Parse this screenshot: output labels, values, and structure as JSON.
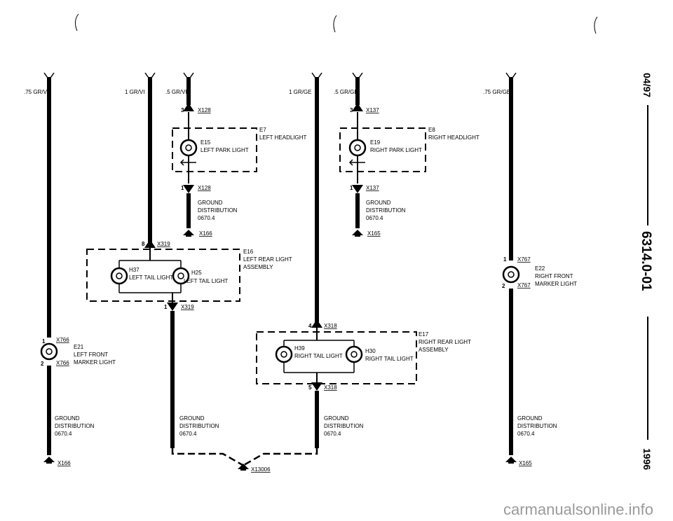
{
  "wires": {
    "w1": ".75 GR/VI",
    "w2": "1 GR/VI",
    "w3": ".5 GR/VI",
    "w4": "1 GR/GE",
    "w5": ".5 GR/GE",
    "w6": ".75 GR/GE"
  },
  "connectors": {
    "x128": "X128",
    "x137": "X137",
    "x166": "X166",
    "x165": "X165",
    "x319": "X319",
    "x318": "X318",
    "x766": "X766",
    "x767": "X767",
    "x13006": "X13006"
  },
  "pins": {
    "p1": "1",
    "p2": "2",
    "p3": "3",
    "p4": "4",
    "p5": "5",
    "p8": "8"
  },
  "components": {
    "e7": {
      "id": "E7",
      "name": "LEFT HEADLIGHT"
    },
    "e15": {
      "id": "E15",
      "name": "LEFT PARK LIGHT"
    },
    "e8": {
      "id": "E8",
      "name": "RIGHT HEADLIGHT"
    },
    "e19": {
      "id": "E19",
      "name": "RIGHT PARK LIGHT"
    },
    "e16": {
      "id": "E16",
      "name1": "LEFT REAR LIGHT",
      "name2": "ASSEMBLY"
    },
    "h37": {
      "id": "H37",
      "name": "LEFT TAIL LIGHT"
    },
    "h25": {
      "id": "H25",
      "name": "LEFT TAIL LIGHT"
    },
    "e17": {
      "id": "E17",
      "name1": "RIGHT REAR LIGHT",
      "name2": "ASSEMBLY"
    },
    "h39": {
      "id": "H39",
      "name": "RIGHT TAIL LIGHT"
    },
    "h30": {
      "id": "H30",
      "name": "RIGHT TAIL LIGHT"
    },
    "e21": {
      "id": "E21",
      "name1": "LEFT FRONT",
      "name2": "MARKER LIGHT"
    },
    "e22": {
      "id": "E22",
      "name1": "RIGHT FRONT",
      "name2": "MARKER LIGHT"
    }
  },
  "ground": {
    "line1": "GROUND",
    "line2": "DISTRIBUTION",
    "line3": "0670.4"
  },
  "side": {
    "date": "04/97",
    "code": "6314.0-01",
    "year": "1996"
  },
  "watermark": "carmanualsonline.info"
}
